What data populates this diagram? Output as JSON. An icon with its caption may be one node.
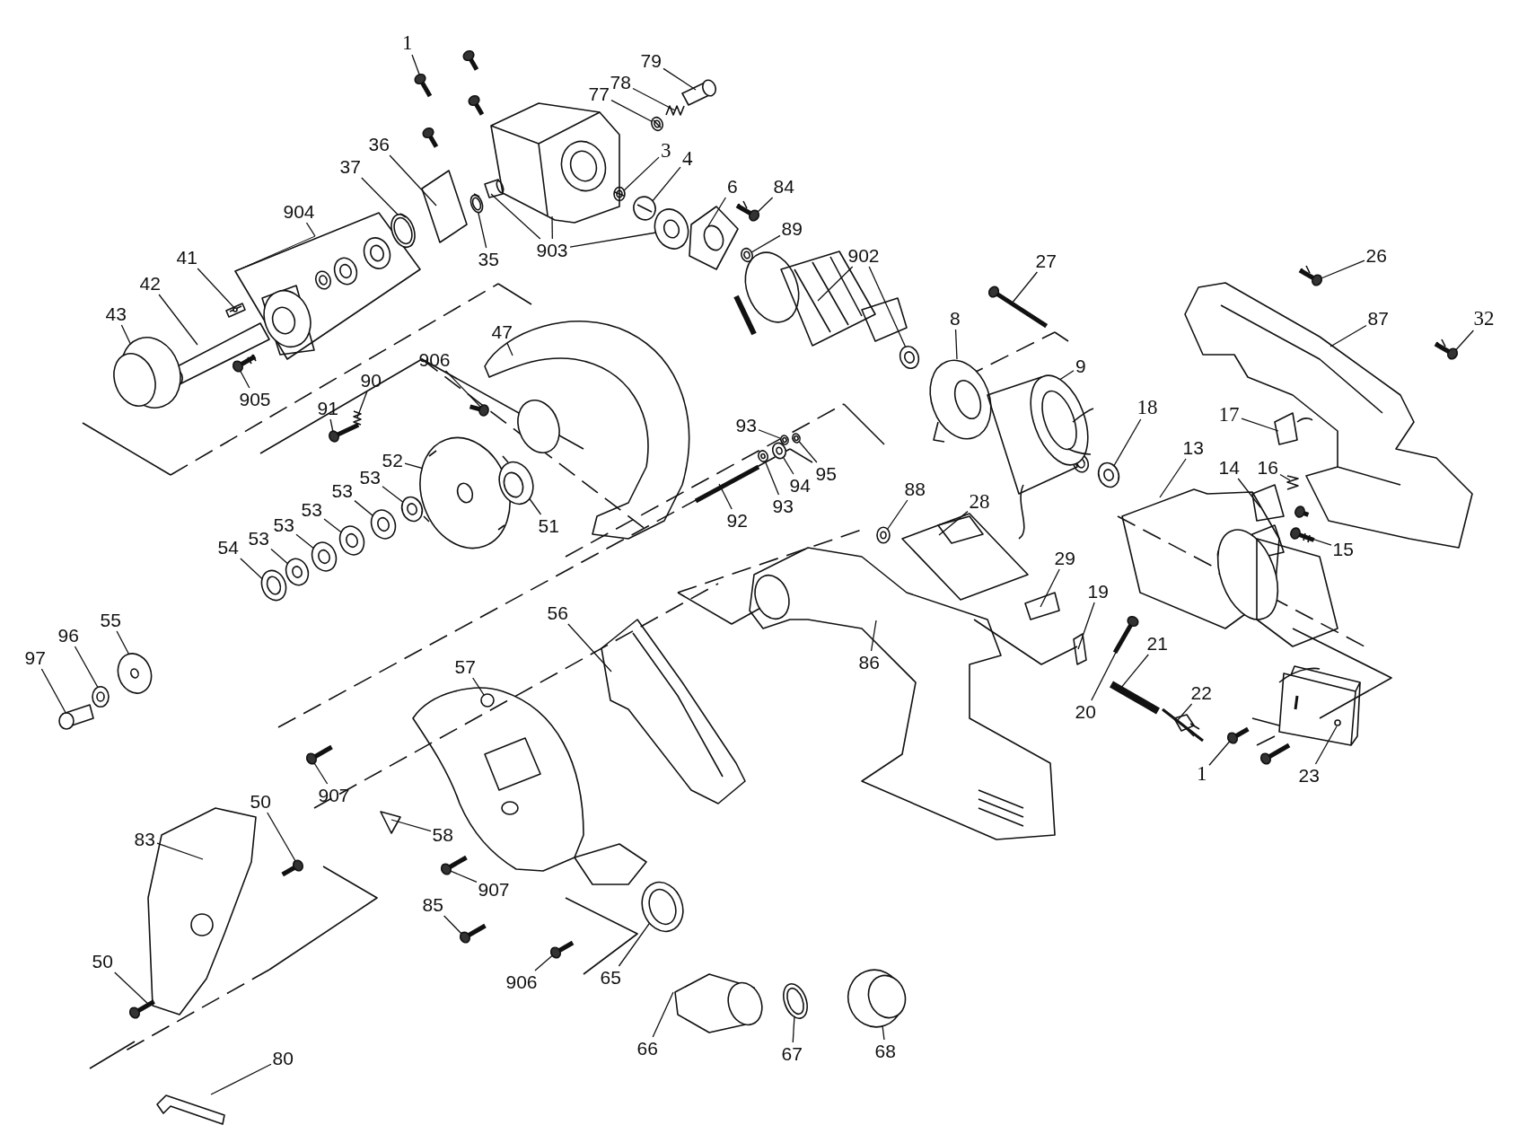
{
  "diagram": {
    "nodes": [
      {
        "text": [
          "1"
        ]
      },
      {
        "text": [
          "79"
        ]
      },
      {
        "text": [
          "78"
        ]
      },
      {
        "text": [
          "77"
        ]
      },
      {
        "text": [
          "36"
        ]
      },
      {
        "text": [
          "3"
        ]
      },
      {
        "text": [
          "4"
        ]
      },
      {
        "text": [
          "37"
        ]
      },
      {
        "text": [
          "6"
        ]
      },
      {
        "text": [
          "84"
        ]
      },
      {
        "text": [
          "904"
        ]
      },
      {
        "text": [
          "89"
        ]
      },
      {
        "text": [
          "903"
        ]
      },
      {
        "text": [
          "35"
        ]
      },
      {
        "text": [
          "902"
        ]
      },
      {
        "text": [
          "26"
        ]
      },
      {
        "text": [
          "41"
        ]
      },
      {
        "text": [
          "27"
        ]
      },
      {
        "text": [
          "42"
        ]
      },
      {
        "text": [
          "43"
        ]
      },
      {
        "text": [
          "8"
        ]
      },
      {
        "text": [
          "87"
        ]
      },
      {
        "text": [
          "32"
        ]
      },
      {
        "text": [
          "47"
        ]
      },
      {
        "text": [
          "906"
        ]
      },
      {
        "text": [
          "9"
        ]
      },
      {
        "text": [
          "90"
        ]
      },
      {
        "text": [
          "905"
        ]
      },
      {
        "text": [
          "91"
        ]
      },
      {
        "text": [
          "18"
        ]
      },
      {
        "text": [
          "17"
        ]
      },
      {
        "text": [
          "93"
        ]
      },
      {
        "text": [
          "13"
        ]
      },
      {
        "text": [
          "52"
        ]
      },
      {
        "text": [
          "14"
        ]
      },
      {
        "text": [
          "16"
        ]
      },
      {
        "text": [
          "95"
        ]
      },
      {
        "text": [
          "53"
        ]
      },
      {
        "text": [
          "94"
        ]
      },
      {
        "text": [
          "88"
        ]
      },
      {
        "text": [
          "53"
        ]
      },
      {
        "text": [
          "28"
        ]
      },
      {
        "text": [
          "93"
        ]
      },
      {
        "text": [
          "53"
        ]
      },
      {
        "text": [
          "92"
        ]
      },
      {
        "text": [
          "51"
        ]
      },
      {
        "text": [
          "53"
        ]
      },
      {
        "text": [
          "53"
        ]
      },
      {
        "text": [
          "54"
        ]
      },
      {
        "text": [
          "15"
        ]
      },
      {
        "text": [
          "29"
        ]
      },
      {
        "text": [
          "19"
        ]
      },
      {
        "text": [
          "56"
        ]
      },
      {
        "text": [
          "55"
        ]
      },
      {
        "text": [
          "96"
        ]
      },
      {
        "text": [
          "21"
        ]
      },
      {
        "text": [
          "97"
        ]
      },
      {
        "text": [
          "86"
        ]
      },
      {
        "text": [
          "57"
        ]
      },
      {
        "text": [
          "22"
        ]
      },
      {
        "text": [
          "20"
        ]
      },
      {
        "text": [
          "1"
        ]
      },
      {
        "text": [
          "23"
        ]
      },
      {
        "text": [
          "907"
        ]
      },
      {
        "text": [
          "50"
        ]
      },
      {
        "text": [
          "58"
        ]
      },
      {
        "text": [
          "83"
        ]
      },
      {
        "text": [
          "907"
        ]
      },
      {
        "text": [
          "85"
        ]
      },
      {
        "text": [
          "65"
        ]
      },
      {
        "text": [
          "50"
        ]
      },
      {
        "text": [
          "906"
        ]
      },
      {
        "text": [
          "66"
        ]
      },
      {
        "text": [
          "67"
        ]
      },
      {
        "text": [
          "68"
        ]
      },
      {
        "text": [
          "80"
        ]
      },
      {
        "text": [],
        "shape": "picture"
      },
      {
        "text": [],
        "shape": "picture"
      },
      {
        "text": [],
        "shape": "picture"
      },
      {
        "text": [],
        "shape": "picture"
      },
      {
        "text": [],
        "shape": "picture"
      },
      {
        "text": [],
        "shape": "picture"
      },
      {
        "text": [],
        "shape": "picture"
      },
      {
        "text": [],
        "shape": "picture"
      },
      {
        "text": [],
        "shape": "picture"
      },
      {
        "text": [],
        "shape": "picture"
      },
      {
        "text": [],
        "shape": "picture"
      },
      {
        "text": [],
        "shape": "picture"
      },
      {
        "text": [],
        "shape": "picture"
      },
      {
        "text": [],
        "shape": "picture"
      },
      {
        "text": [],
        "shape": "picture"
      },
      {
        "text": [],
        "shape": "picture"
      },
      {
        "text": [],
        "shape": "picture"
      },
      {
        "text": [],
        "shape": "picture"
      },
      {
        "text": [],
        "shape": "picture"
      },
      {
        "text": [],
        "shape": "picture"
      },
      {
        "text": [],
        "shape": "picture"
      },
      {
        "text": [],
        "shape": "picture"
      },
      {
        "text": [],
        "shape": "picture"
      },
      {
        "text": [],
        "shape": "picture"
      },
      {
        "text": [],
        "shape": "picture"
      },
      {
        "text": [],
        "shape": "picture"
      },
      {
        "text": [],
        "shape": "picture"
      },
      {
        "text": [],
        "shape": "picture"
      },
      {
        "text": [],
        "shape": "picture"
      },
      {
        "text": [],
        "shape": "picture"
      },
      {
        "text": [],
        "shape": "picture"
      },
      {
        "text": [],
        "shape": "picture"
      },
      {
        "text": [],
        "shape": "picture"
      },
      {
        "text": [],
        "shape": "picture"
      },
      {
        "text": [],
        "shape": "picture"
      },
      {
        "text": [],
        "shape": "picture"
      },
      {
        "text": [],
        "shape": "picture"
      },
      {
        "text": [],
        "shape": "picture"
      },
      {
        "text": [],
        "shape": "picture"
      },
      {
        "text": [],
        "shape": "picture"
      },
      {
        "text": [],
        "shape": "picture"
      },
      {
        "text": [],
        "shape": "picture"
      },
      {
        "text": [],
        "shape": "picture"
      },
      {
        "text": [],
        "shape": "picture"
      },
      {
        "text": [],
        "shape": "picture"
      },
      {
        "text": [],
        "shape": "picture"
      },
      {
        "text": [],
        "shape": "picture"
      },
      {
        "text": [],
        "shape": "picture"
      },
      {
        "text": [],
        "shape": "picture"
      },
      {
        "text": [],
        "shape": "picture"
      },
      {
        "text": [],
        "shape": "picture"
      },
      {
        "text": [],
        "shape": "picture"
      },
      {
        "text": [],
        "shape": "picture"
      },
      {
        "text": [],
        "shape": "picture"
      },
      {
        "text": [],
        "shape": "picture"
      },
      {
        "text": [],
        "shape": "picture"
      },
      {
        "text": [],
        "shape": "picture"
      },
      {
        "text": [],
        "shape": "picture"
      },
      {
        "text": [],
        "shape": "picture"
      },
      {
        "text": [],
        "shape": "picture"
      },
      {
        "text": [],
        "shape": "picture"
      },
      {
        "text": [],
        "shape": "picture"
      },
      {
        "text": [],
        "shape": "picture"
      },
      {
        "text": [],
        "shape": "picture"
      },
      {
        "text": [],
        "shape": "picture"
      },
      {
        "text": [],
        "shape": "picture"
      },
      {
        "text": [],
        "shape": "picture"
      },
      {
        "text": [],
        "shape": "picture"
      },
      {
        "text": [],
        "shape": "picture"
      },
      {
        "text": [],
        "shape": "picture"
      },
      {
        "text": [],
        "shape": "picture"
      },
      {
        "text": [],
        "shape": "picture"
      },
      {
        "text": [],
        "shape": "picture"
      },
      {
        "text": [],
        "shape": "picture"
      },
      {
        "text": [],
        "shape": "picture"
      },
      {
        "text": [],
        "shape": "picture"
      },
      {
        "text": [],
        "shape": "picture"
      },
      {
        "text": [],
        "shape": "picture"
      },
      {
        "text": [],
        "shape": "picture"
      }
    ],
    "edges": [
      {
        "from": 0,
        "to": 76,
        "arrow": "none"
      },
      {
        "from": 1,
        "to": 77,
        "arrow": "none"
      },
      {
        "from": 2,
        "to": 78,
        "arrow": "none"
      },
      {
        "from": 3,
        "to": 79,
        "arrow": "none"
      },
      {
        "from": 4,
        "to": 80,
        "arrow": "none"
      },
      {
        "from": 5,
        "to": 81,
        "arrow": "none"
      },
      {
        "from": 6,
        "to": 82,
        "arrow": "none"
      },
      {
        "from": 7,
        "to": 83,
        "arrow": "none"
      },
      {
        "from": 8,
        "to": 84,
        "arrow": "none"
      },
      {
        "from": 9,
        "to": 85,
        "arrow": "none"
      },
      {
        "from": 10,
        "to": 86,
        "arrow": "none"
      },
      {
        "from": 11,
        "to": 87,
        "arrow": "none"
      },
      {
        "from": 12,
        "to": 88,
        "arrow": "none"
      },
      {
        "from": 12,
        "to": 89,
        "arrow": "none"
      },
      {
        "from": 12,
        "to": 90,
        "arrow": "none"
      },
      {
        "from": 13,
        "to": 91,
        "arrow": "none"
      },
      {
        "from": 14,
        "to": 92,
        "arrow": "none"
      },
      {
        "from": 14,
        "to": 93,
        "arrow": "none"
      },
      {
        "from": 15,
        "to": 94,
        "arrow": "none"
      },
      {
        "from": 16,
        "to": 95,
        "arrow": "none"
      },
      {
        "from": 17,
        "to": 96,
        "arrow": "none"
      },
      {
        "from": 18,
        "to": 97,
        "arrow": "none"
      },
      {
        "from": 19,
        "to": 98,
        "arrow": "none"
      },
      {
        "from": 20,
        "to": 99,
        "arrow": "none"
      },
      {
        "from": 21,
        "to": 100,
        "arrow": "none"
      },
      {
        "from": 22,
        "to": 101,
        "arrow": "none"
      },
      {
        "from": 23,
        "to": 102,
        "arrow": "none"
      },
      {
        "from": 24,
        "to": 103,
        "arrow": "none"
      },
      {
        "from": 25,
        "to": 104,
        "arrow": "none"
      },
      {
        "from": 26,
        "to": 105,
        "arrow": "none"
      },
      {
        "from": 27,
        "to": 106,
        "arrow": "none"
      },
      {
        "from": 28,
        "to": 107,
        "arrow": "none"
      },
      {
        "from": 29,
        "to": 108,
        "arrow": "none"
      },
      {
        "from": 30,
        "to": 109,
        "arrow": "none"
      },
      {
        "from": 31,
        "to": 110,
        "arrow": "none"
      },
      {
        "from": 32,
        "to": 111,
        "arrow": "none"
      },
      {
        "from": 33,
        "to": 112,
        "arrow": "none"
      },
      {
        "from": 34,
        "to": 113,
        "arrow": "none"
      },
      {
        "from": 35,
        "to": 114,
        "arrow": "none"
      },
      {
        "from": 36,
        "to": 115,
        "arrow": "none"
      },
      {
        "from": 37,
        "to": 116,
        "arrow": "none"
      },
      {
        "from": 38,
        "to": 117,
        "arrow": "none"
      },
      {
        "from": 39,
        "to": 118,
        "arrow": "none"
      },
      {
        "from": 40,
        "to": 119,
        "arrow": "none"
      },
      {
        "from": 41,
        "to": 120,
        "arrow": "none"
      },
      {
        "from": 42,
        "to": 121,
        "arrow": "none"
      },
      {
        "from": 43,
        "to": 122,
        "arrow": "none"
      },
      {
        "from": 44,
        "to": 123,
        "arrow": "none"
      },
      {
        "from": 45,
        "to": 124,
        "arrow": "none"
      },
      {
        "from": 46,
        "to": 125,
        "arrow": "none"
      },
      {
        "from": 47,
        "to": 126,
        "arrow": "none"
      },
      {
        "from": 48,
        "to": 127,
        "arrow": "none"
      },
      {
        "from": 49,
        "to": 128,
        "arrow": "none"
      },
      {
        "from": 50,
        "to": 129,
        "arrow": "none"
      },
      {
        "from": 51,
        "to": 130,
        "arrow": "none"
      },
      {
        "from": 52,
        "to": 131,
        "arrow": "none"
      },
      {
        "from": 53,
        "to": 132,
        "arrow": "none"
      },
      {
        "from": 54,
        "to": 133,
        "arrow": "none"
      },
      {
        "from": 55,
        "to": 134,
        "arrow": "none"
      },
      {
        "from": 56,
        "to": 135,
        "arrow": "none"
      },
      {
        "from": 57,
        "to": 136,
        "arrow": "none"
      },
      {
        "from": 58,
        "to": 137,
        "arrow": "none"
      },
      {
        "from": 59,
        "to": 138,
        "arrow": "none"
      },
      {
        "from": 60,
        "to": 139,
        "arrow": "none"
      },
      {
        "from": 61,
        "to": 140,
        "arrow": "none"
      },
      {
        "from": 62,
        "to": 141,
        "arrow": "none"
      },
      {
        "from": 63,
        "to": 142,
        "arrow": "none"
      },
      {
        "from": 64,
        "to": 143,
        "arrow": "none"
      },
      {
        "from": 65,
        "to": 144,
        "arrow": "none"
      },
      {
        "from": 66,
        "to": 145,
        "arrow": "none"
      },
      {
        "from": 67,
        "to": 146,
        "arrow": "none"
      },
      {
        "from": 68,
        "to": 147,
        "arrow": "none"
      },
      {
        "from": 69,
        "to": 148,
        "arrow": "none"
      },
      {
        "from": 70,
        "to": 149,
        "arrow": "none"
      },
      {
        "from": 71,
        "to": 150,
        "arrow": "none"
      },
      {
        "from": 72,
        "to": 151,
        "arrow": "none"
      },
      {
        "from": 73,
        "to": 152,
        "arrow": "none"
      },
      {
        "from": 74,
        "to": 153,
        "arrow": "none"
      },
      {
        "from": 75,
        "to": 154,
        "arrow": "none"
      }
    ]
  }
}
